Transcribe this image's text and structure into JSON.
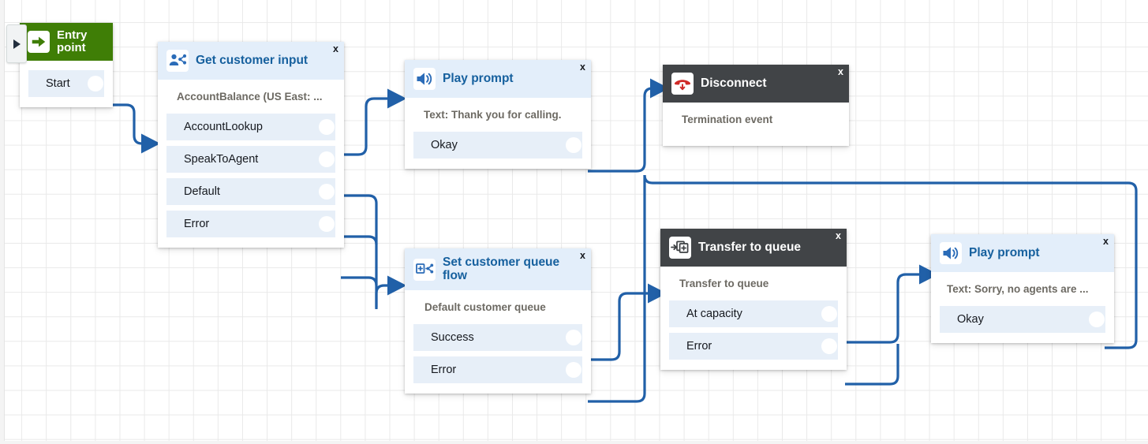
{
  "canvas": {
    "background_color": "#ffffff",
    "grid_color": "#e9e9e9",
    "connector_color": "#2160a8"
  },
  "panel_handle": {
    "name": "expand-panel",
    "glyph": "▶"
  },
  "nodes": [
    {
      "id": "entry-point",
      "title": "Entry point",
      "icon": "arrow-right-icon",
      "header_style": "green",
      "closable": false,
      "subtitle": null,
      "ports": [
        {
          "label": "Start"
        }
      ]
    },
    {
      "id": "get-customer-input",
      "title": "Get customer input",
      "icon": "customer-input-icon",
      "header_style": "blue",
      "closable": true,
      "close_label": "x",
      "subtitle": "AccountBalance (US East: ...",
      "ports": [
        {
          "label": "AccountLookup"
        },
        {
          "label": "SpeakToAgent"
        },
        {
          "label": "Default"
        },
        {
          "label": "Error"
        }
      ]
    },
    {
      "id": "play-prompt-thanks",
      "title": "Play prompt",
      "icon": "speaker-icon",
      "header_style": "blue",
      "closable": true,
      "close_label": "x",
      "subtitle": "Text: Thank you for calling.",
      "ports": [
        {
          "label": "Okay"
        }
      ]
    },
    {
      "id": "disconnect",
      "title": "Disconnect",
      "icon": "phone-hangup-icon",
      "header_style": "dark",
      "closable": true,
      "close_label": "x",
      "subtitle": "Termination event",
      "ports": []
    },
    {
      "id": "set-customer-queue-flow",
      "title": "Set customer queue flow",
      "icon": "set-queue-flow-icon",
      "header_style": "blue",
      "closable": true,
      "close_label": "x",
      "subtitle": "Default customer queue",
      "ports": [
        {
          "label": "Success"
        },
        {
          "label": "Error"
        }
      ]
    },
    {
      "id": "transfer-to-queue",
      "title": "Transfer to queue",
      "icon": "transfer-queue-icon",
      "header_style": "dark",
      "closable": true,
      "close_label": "x",
      "subtitle": "Transfer to queue",
      "ports": [
        {
          "label": "At capacity"
        },
        {
          "label": "Error"
        }
      ]
    },
    {
      "id": "play-prompt-no-agents",
      "title": "Play prompt",
      "icon": "speaker-icon",
      "header_style": "blue",
      "closable": true,
      "close_label": "x",
      "subtitle": "Text: Sorry, no agents are ...",
      "ports": [
        {
          "label": "Okay"
        }
      ]
    }
  ],
  "connections": [
    {
      "from": "entry-point.Start",
      "to": "get-customer-input"
    },
    {
      "from": "get-customer-input.AccountLookup",
      "to": "play-prompt-thanks"
    },
    {
      "from": "get-customer-input.SpeakToAgent",
      "to": "set-customer-queue-flow"
    },
    {
      "from": "get-customer-input.Default",
      "to": "set-customer-queue-flow"
    },
    {
      "from": "get-customer-input.Error",
      "to": "set-customer-queue-flow"
    },
    {
      "from": "play-prompt-thanks.Okay",
      "to": "disconnect"
    },
    {
      "from": "set-customer-queue-flow.Success",
      "to": "transfer-to-queue"
    },
    {
      "from": "set-customer-queue-flow.Error",
      "to": "disconnect"
    },
    {
      "from": "transfer-to-queue.At capacity",
      "to": "play-prompt-no-agents"
    },
    {
      "from": "transfer-to-queue.Error",
      "to": "play-prompt-no-agents"
    },
    {
      "from": "play-prompt-no-agents.Okay",
      "to": "disconnect"
    }
  ]
}
